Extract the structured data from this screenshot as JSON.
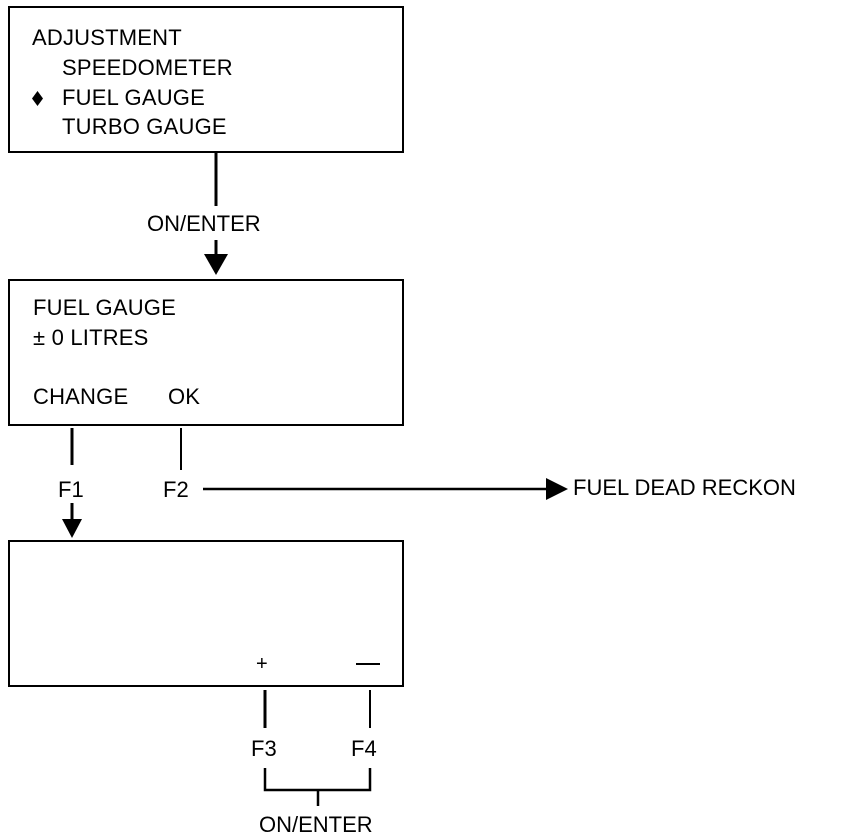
{
  "menu_screen": {
    "title": "ADJUSTMENT",
    "items": [
      {
        "label": "SPEEDOMETER",
        "selected": false
      },
      {
        "label": "FUEL GAUGE",
        "selected": true
      },
      {
        "label": "TURBO GAUGE",
        "selected": false
      }
    ],
    "selection_marker": "selection-diamond-icon"
  },
  "edge_on_enter_1": "ON/ENTER",
  "fuel_screen": {
    "title": "FUEL GAUGE",
    "value": "± 0 LITRES",
    "softkey_left": "CHANGE",
    "softkey_right": "OK"
  },
  "key_f1": "F1",
  "key_f2": "F2",
  "f2_target": "FUEL DEAD RECKON",
  "adjust_screen": {
    "softkey_plus": "+",
    "softkey_minus": "—"
  },
  "key_f3": "F3",
  "key_f4": "F4",
  "edge_on_enter_2": "ON/ENTER"
}
